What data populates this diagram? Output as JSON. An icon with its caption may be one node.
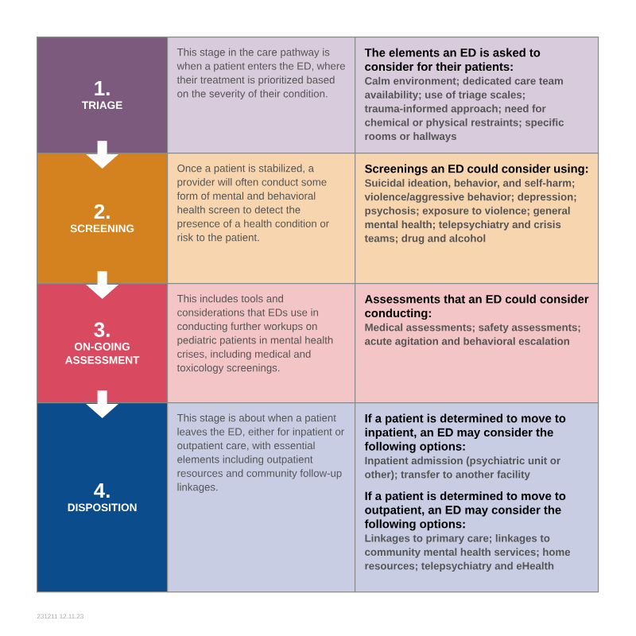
{
  "diagram": {
    "nodes": [
      {
        "text": [
          "1.",
          "TRIAGE"
        ]
      },
      {
        "text": [
          "This stage in the care pathway is when a patient enters the ED, where their treatment is prioritized based on the severity of their condition."
        ]
      },
      {
        "text": [
          "The elements an ED is asked to consider for their patients:",
          "Calm environment; dedicated care team availability; use of triage scales; trauma-informed approach; need for chemical or physical restraints; specific rooms or hallways"
        ]
      },
      {
        "text": [
          "2.",
          "SCREENING"
        ]
      },
      {
        "text": [
          "Once a patient is stabilized, a provider will often conduct some form of mental and behavioral health screen to detect the presence of a health condition or risk to the patient."
        ]
      },
      {
        "text": [
          "Screenings an ED could consider using:",
          "Suicidal ideation, behavior, and self-harm; violence/aggressive behavior; depression; psychosis; exposure to violence; general mental health; telepsychiatry and crisis teams; drug and alcohol"
        ]
      },
      {
        "text": [
          "3.",
          "ON-GOING ASSESSMENT"
        ]
      },
      {
        "text": [
          "This includes tools and considerations that EDs use in conducting further workups on pediatric patients in mental health crises, including medical and toxicology screenings."
        ]
      },
      {
        "text": [
          "Assessments that an ED could consider conducting:",
          "Medical assessments; safety assessments; acute agitation and behavioral escalation"
        ]
      },
      {
        "text": [
          "4.",
          "DISPOSITION"
        ]
      },
      {
        "text": [
          "This stage is about when a patient leaves the ED, either for inpatient or outpatient care, with essential elements including outpatient resources and community follow-up linkages."
        ]
      },
      {
        "text": [
          "If a patient is determined to move to inpatient, an ED may consider the following options:",
          "Inpatient admission (psychiatric unit or other); transfer to another facility",
          "If a patient is determined to move to outpatient, an ED may consider the following options:",
          "Linkages to primary care; linkages to community mental health services; home resources; telepsychiatry and eHealth"
        ]
      }
    ],
    "edges": [
      {
        "from": 0,
        "to": 3,
        "arrow": "to"
      },
      {
        "from": 3,
        "to": 6,
        "arrow": "to"
      },
      {
        "from": 6,
        "to": 9,
        "arrow": "to"
      }
    ],
    "labels": [
      "231211 12.11.23"
    ]
  }
}
